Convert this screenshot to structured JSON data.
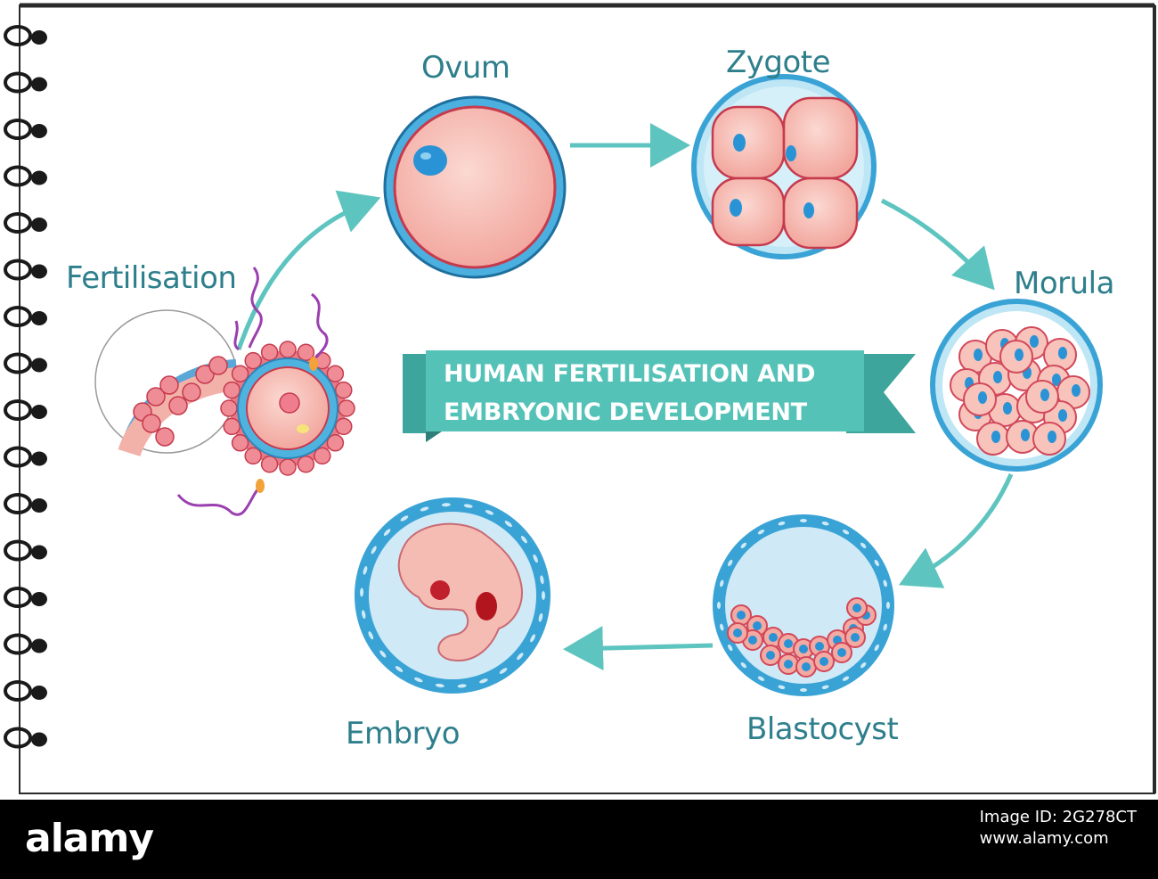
{
  "diagram": {
    "title_line1": "HUMAN FERTILISATION AND",
    "title_line2": "EMBRYONIC DEVELOPMENT",
    "stages": {
      "fertilisation": "Fertilisation",
      "ovum": "Ovum",
      "zygote": "Zygote",
      "morula": "Morula",
      "blastocyst": "Blastocyst",
      "embryo": "Embryo"
    }
  },
  "watermark": {
    "brand": "alamy",
    "image_id_line1": "Image ID: 2G278CT",
    "image_id_line2": "www.alamy.com"
  },
  "colors": {
    "label": "#2e7f8c",
    "arrow": "#5ec4bf",
    "banner": "#55c2b8",
    "cell_fill": "#f6b9b0",
    "cell_border": "#3aa3d6",
    "nucleus": "#2a93d5"
  }
}
